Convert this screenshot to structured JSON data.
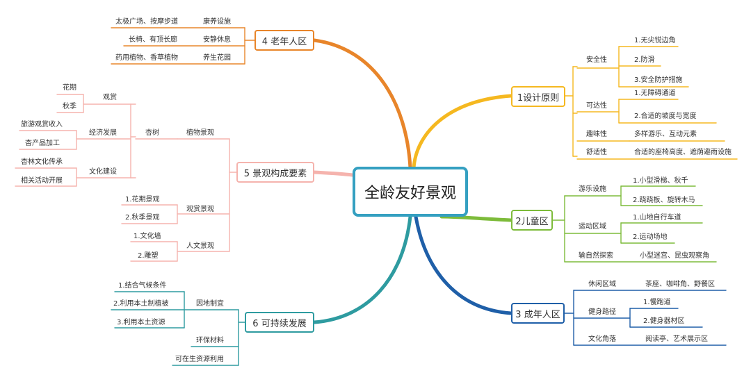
{
  "center": "全龄友好景观",
  "b1": {
    "title": "1设计原则",
    "safety": {
      "label": "安全性",
      "items": [
        "1.无尖锐边角",
        "2.防滑",
        "3.安全防护措施"
      ]
    },
    "access": {
      "label": "可达性",
      "items": [
        "1.无障碍通道",
        "2.合适的坡度与宽度"
      ]
    },
    "fun": {
      "label": "趣味性",
      "value": "多样游乐、互动元素"
    },
    "comfort": {
      "label": "舒适性",
      "value": "合适的座椅高度、遮荫避雨设施"
    }
  },
  "b2": {
    "title": "2儿童区",
    "play": {
      "label": "游乐设施",
      "items": [
        "1.小型滑梯、秋千",
        "2.跷跷板、旋转木马"
      ]
    },
    "sport": {
      "label": "运动区域",
      "items": [
        "1.山地自行车道",
        "2.运动场地"
      ]
    },
    "nature": {
      "label": "输自然探索",
      "value": "小型迷宫、昆虫观察角"
    }
  },
  "b3": {
    "title": "3 成年人区",
    "leisure": {
      "label": "休闲区域",
      "value": "茶座、咖啡角、野餐区"
    },
    "fitness": {
      "label": "健身路径",
      "items": [
        "1.慢跑道",
        "2.健身器材区"
      ]
    },
    "culture": {
      "label": "文化角落",
      "value": "阅读亭、艺术展示区"
    }
  },
  "b4": {
    "title": "4 老年人区",
    "rows": [
      {
        "label": "康养设施",
        "value": "太极广场、按摩步道"
      },
      {
        "label": "安静休息",
        "value": "长椅、有顶长廊"
      },
      {
        "label": "养生花园",
        "value": "药用植物、香草植物"
      }
    ]
  },
  "b5": {
    "title": "5 景观构成要素",
    "plant": "植物景观",
    "apricot": "杏树",
    "view": {
      "label": "观赏",
      "items": [
        "花期",
        "秋季"
      ]
    },
    "economy": {
      "label": "经济发展",
      "items": [
        "旅游观赏收入",
        "杏产品加工"
      ]
    },
    "culture": {
      "label": "文化建设",
      "items": [
        "杏林文化传承",
        "相关活动开展"
      ]
    },
    "ornamental": {
      "label": "观赏景观",
      "items": [
        "1.花期景观",
        "2.秋季景观"
      ]
    },
    "humanity": {
      "label": "人文景观",
      "items": [
        "1.文化墙",
        "2.雕塑"
      ]
    }
  },
  "b6": {
    "title": "6 可持续发展",
    "local": {
      "label": "因地制宜",
      "items": [
        "1.结合气候条件",
        "2.利用本土制植被",
        "3.利用本土资源"
      ]
    },
    "eco": "环保材料",
    "renew": "可在生资源利用"
  },
  "colors": {
    "center": "#35a0c1",
    "b1": "#f5b820",
    "b2": "#7dbb3a",
    "b3": "#1f5fa8",
    "b4": "#e8852a",
    "b5": "#f5b3ad",
    "b6": "#2e9ba0"
  }
}
